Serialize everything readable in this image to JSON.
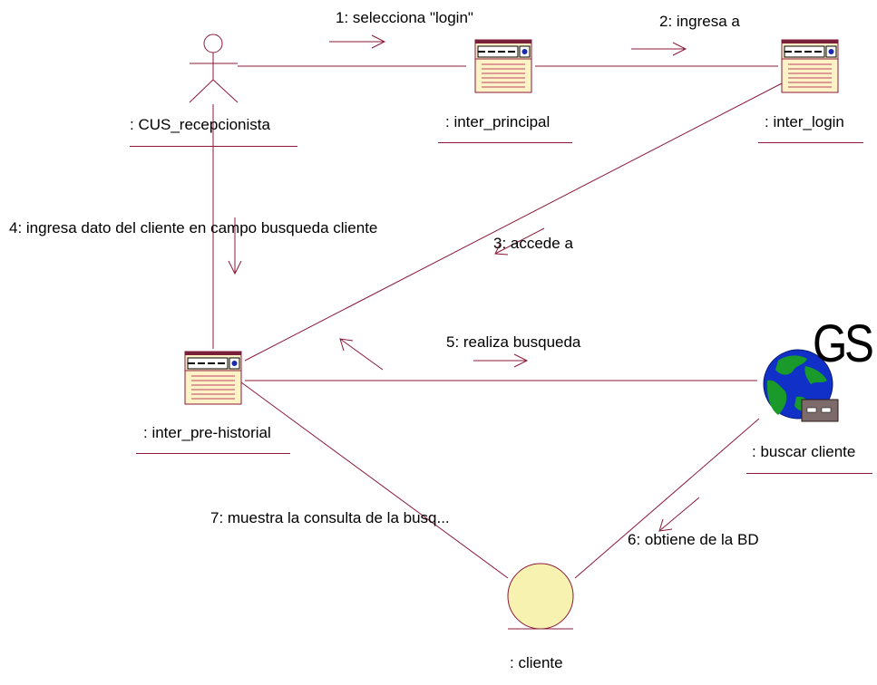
{
  "colors": {
    "line": "#8b1a3a",
    "boundary_fill": "#fdf3c7",
    "entity_fill": "#f8f2b0",
    "globe_ocean": "#1030c8",
    "globe_land": "#1a9a2a"
  },
  "objects": {
    "actor": ": CUS_recepcionista",
    "inter_principal": ": inter_principal",
    "inter_login": ": inter_login",
    "inter_pre_historial": ": inter_pre-historial",
    "buscar_cliente": ": buscar cliente",
    "cliente": ": cliente",
    "gs_label": "GS"
  },
  "messages": {
    "m1": "1: selecciona \"login\"",
    "m2": "2: ingresa a",
    "m3": "3: accede a",
    "m4": "4: ingresa dato del cliente en campo busqueda cliente",
    "m5": "5: realiza busqueda",
    "m6": "6: obtiene de la BD",
    "m7": "7: muestra la consulta de la busq..."
  }
}
